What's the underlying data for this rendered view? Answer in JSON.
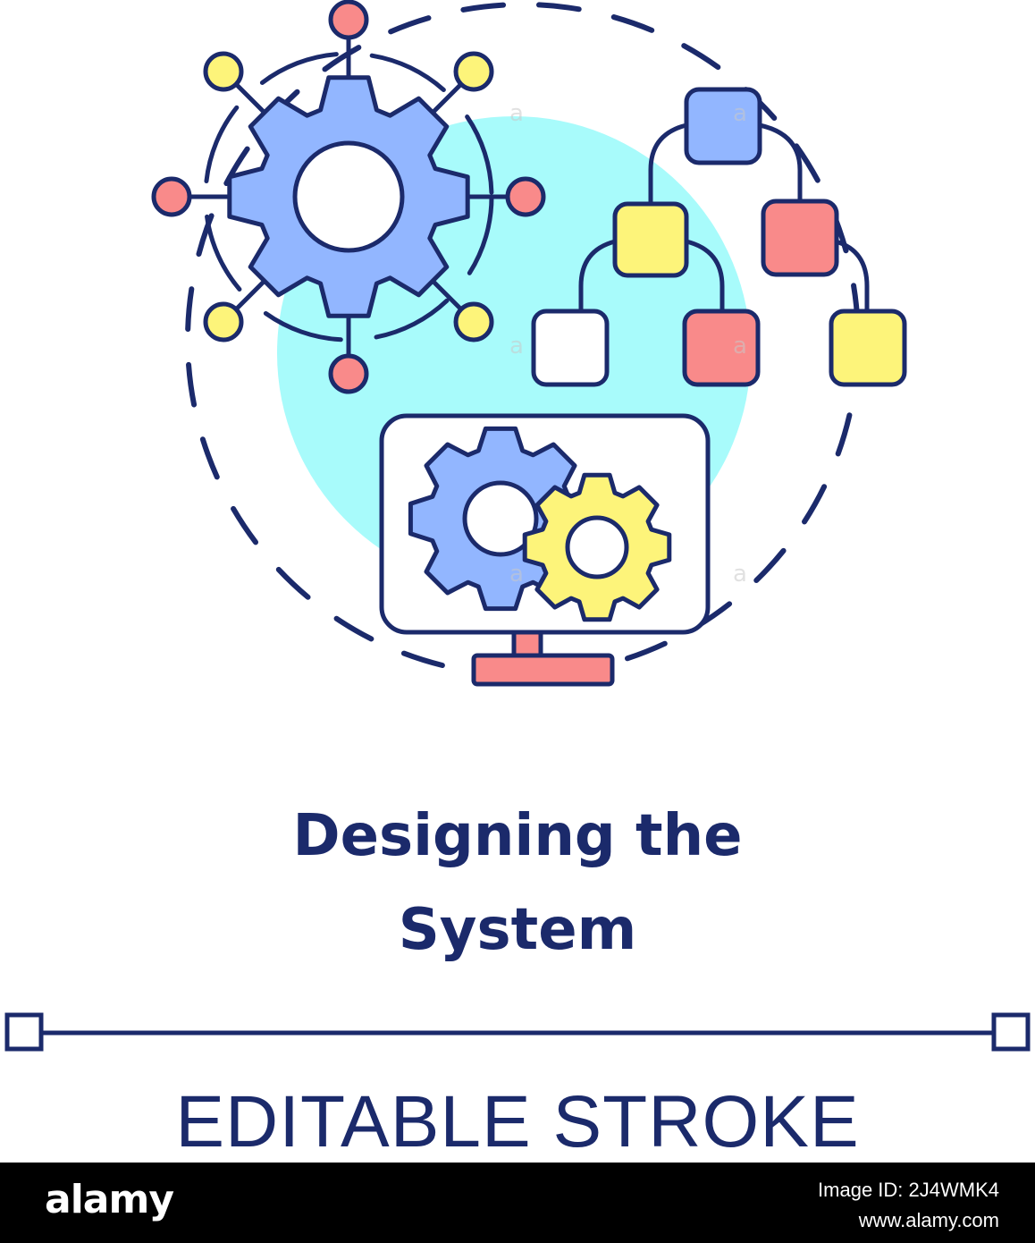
{
  "title": {
    "line1": "Designing the",
    "line2": "System"
  },
  "subtitle": "EDITABLE STROKE",
  "footer": {
    "brand": "alamy",
    "image_id_line": "Image ID: 2J4WMK4",
    "url": "www.alamy.com"
  },
  "watermark_text": "a",
  "colors": {
    "stroke": "#1b2a6b",
    "gear_blue": "#92b6ff",
    "cyan_circle": "#a8fbfb",
    "yellow": "#fdf47a",
    "red": "#f98a8a",
    "white": "#ffffff",
    "footer_bg": "#000000"
  },
  "icons": [
    "network-gear-icon",
    "flowchart-icon",
    "monitor-gears-icon"
  ]
}
